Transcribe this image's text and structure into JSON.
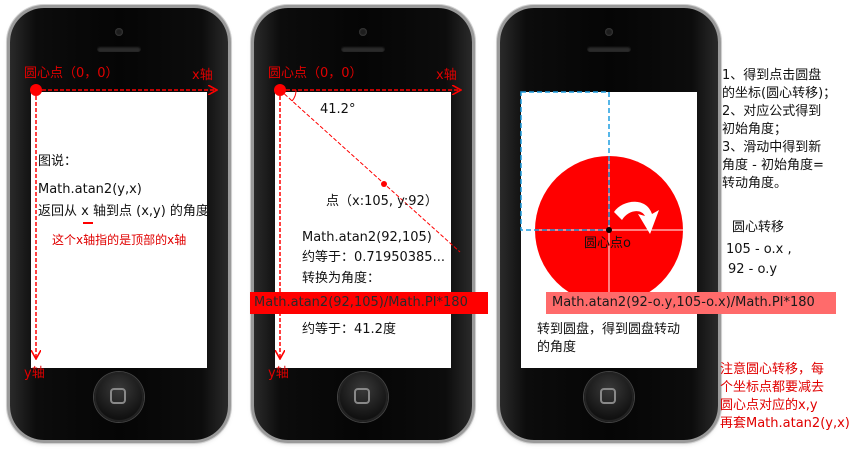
{
  "colors": {
    "accent_red": "#ff0000",
    "dash_blue": "#1e9ee0",
    "dial_red": "#ff0000"
  },
  "panel1": {
    "origin_label": "圆心点（0，0）",
    "x_axis_label": "x轴",
    "y_axis_label": "y轴",
    "legend_title": "图说：",
    "formula": "Math.atan2(y,x)",
    "desc_prefix": "返回从",
    "desc_x": "x",
    "desc_suffix": "轴到点 (x,y) 的角度",
    "note": "这个x轴指的是顶部的x轴"
  },
  "panel2": {
    "origin_label": "圆心点（0，0）",
    "x_axis_label": "x轴",
    "y_axis_label": "y轴",
    "angle_label": "41.2°",
    "point_label": "点（x:105, y:92）",
    "formula": "Math.atan2(92,105)",
    "approx1": "约等于：0.71950385...",
    "convert": "转换为角度：",
    "convert_formula": "Math.atan2(92,105)/Math.PI*180",
    "approx2": "约等于：41.2度"
  },
  "panel3": {
    "center_label": "圆心点o",
    "offset_formula": "Math.atan2(92-o.y,105-o.x)/Math.PI*180",
    "bottom_text_line1": "转到圆盘，得到圆盘转动",
    "bottom_text_line2": "的角度"
  },
  "side": {
    "step1_line1": "1、得到点击圆盘",
    "step1_line2": "的坐标(圆心转移)；",
    "step2_line1": "2、对应公式得到",
    "step2_line2": "初始角度；",
    "step3_line1": "3、滑动中得到新",
    "step3_line2": "角度 - 初始角度=",
    "step3_line3": "转动角度。",
    "shift_title": "圆心转移",
    "shift_x": "105 - o.x ,",
    "shift_y": "92 - o.y",
    "note_line1": "注意圆心转移，每",
    "note_line2": "个坐标点都要减去",
    "note_line3": "圆心点对应的x,y",
    "note_line4": "再套Math.atan2(y,x)"
  }
}
